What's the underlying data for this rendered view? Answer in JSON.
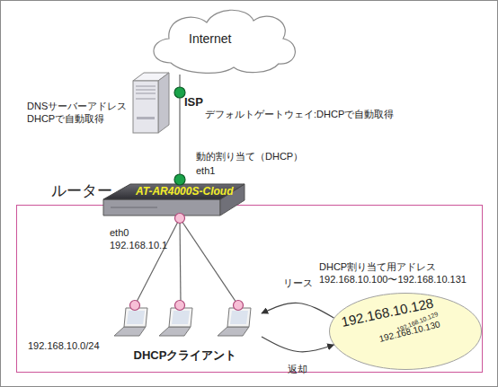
{
  "diagram": {
    "nodes": [
      {
        "text": [
          "Internet"
        ]
      },
      {
        "text": [
          "ルーター",
          "AT-AR4000S-Cloud"
        ]
      },
      {
        "text": [
          "192.168.10.0/24"
        ]
      },
      {
        "text": [
          "DHCPクライアント"
        ],
        "in": 2
      },
      {
        "text": [
          "192.168.10.128",
          "192.168.10.129",
          "192.168.10.130"
        ],
        "in": 2
      }
    ],
    "edges": [
      {
        "from": 0,
        "to": 1,
        "arrow": "none"
      },
      {
        "from": 1,
        "to": 3,
        "arrow": "none"
      },
      {
        "from": 4,
        "to": 3,
        "label": "リース",
        "arrow": "to"
      },
      {
        "from": 3,
        "to": 4,
        "label": "返却",
        "arrow": "to"
      }
    ],
    "labels": [
      "DNSサーバーアドレス",
      "DHCPで自動取得",
      "ISP",
      "デフォルトゲートウェイ:DHCPで自動取得",
      "動的割り当て（DHCP）",
      "eth1",
      "eth0",
      "192.168.10.1",
      "DHCP割り当て用アドレス",
      "192.168.10.100〜192.168.10.131"
    ]
  }
}
